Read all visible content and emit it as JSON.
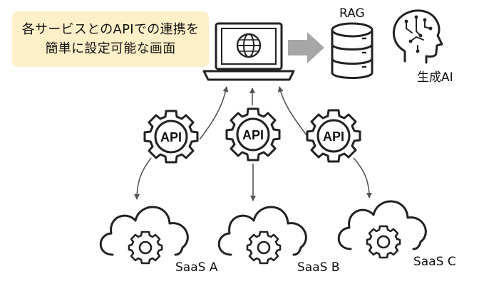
{
  "caption": {
    "line1": "各サービスとのAPIでの連携を",
    "line2": "簡単に設定可能な画面"
  },
  "labels": {
    "rag": "RAG",
    "genai": "生成AI",
    "api": "API",
    "saas_a": "SaaS A",
    "saas_b": "SaaS B",
    "saas_c": "SaaS C"
  },
  "colors": {
    "caption_bg": "#fdf0c8",
    "icon_stroke": "#222222",
    "arrow": "#555555",
    "block_arrow": "#a6a6a6"
  },
  "icons": [
    "laptop-globe-icon",
    "database-icon",
    "ai-head-icon",
    "api-gear-icon",
    "cloud-gear-icon"
  ]
}
